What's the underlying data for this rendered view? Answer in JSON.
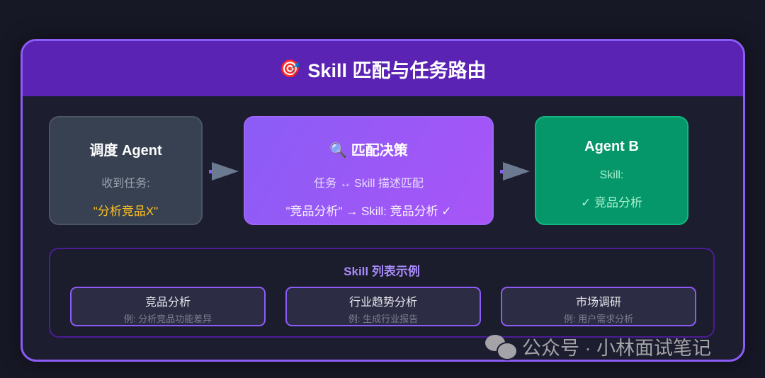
{
  "header": {
    "icon": "🎯",
    "title": "Skill 匹配与任务路由"
  },
  "nodes": {
    "dispatch": {
      "title": "调度 Agent",
      "line1": "收到任务:",
      "line2": "\"分析竞品X\""
    },
    "match": {
      "icon": "🔍",
      "title": "匹配决策",
      "line1": "任务 ↔ Skill 描述匹配",
      "line2": "\"竞品分析\" → Skill: 竞品分析 ✓"
    },
    "agent_b": {
      "title": "Agent B",
      "line1": "Skill:",
      "line2": "✓ 竞品分析"
    }
  },
  "skills_list": {
    "title": "Skill 列表示例",
    "items": [
      {
        "name": "竞品分析",
        "example": "例: 分析竞品功能差异"
      },
      {
        "name": "行业趋势分析",
        "example": "例: 生成行业报告"
      },
      {
        "name": "市场调研",
        "example": "例: 用户需求分析"
      }
    ]
  },
  "watermark": {
    "text": "公众号 · 小林面试笔记"
  },
  "colors": {
    "header": "#5b23b3",
    "frame_border": "#8b5cf6",
    "dispatch_bg": "#374151",
    "match_gradient": [
      "#8b5cf6",
      "#a855f7"
    ],
    "agent_b_bg": "#059669",
    "task_highlight": "#fbbf24",
    "skills_title": "#a78bfa"
  }
}
